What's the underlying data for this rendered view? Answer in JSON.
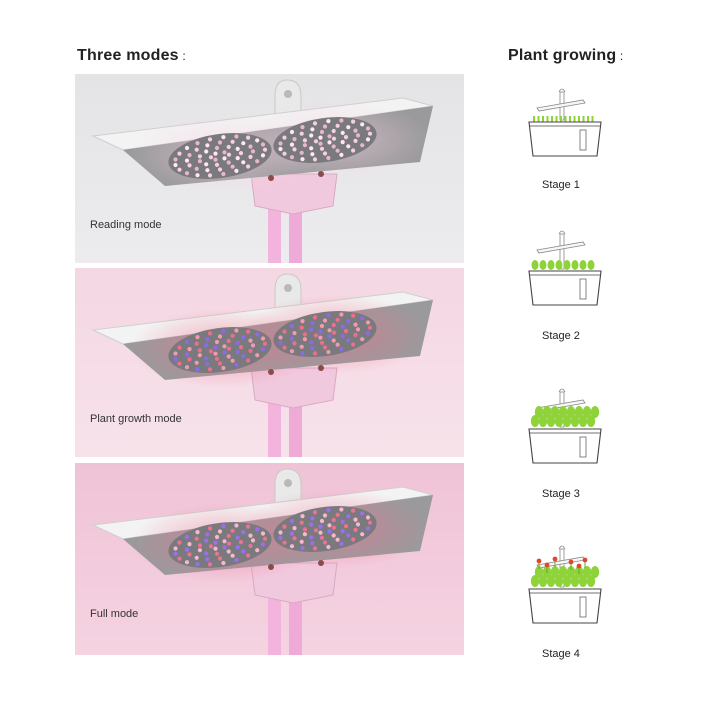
{
  "headings": {
    "modes_title": "Three modes",
    "modes_colon": " :",
    "growing_title": "Plant growing",
    "growing_colon": " :"
  },
  "modes": [
    {
      "label": "Reading mode",
      "icon": "grow-lamp-icon",
      "led_colors": [
        "#f6d0e2",
        "#ffe6f0",
        "#e8b6cd"
      ],
      "panel_color": "#e6e6e8"
    },
    {
      "label": "Plant growth mode",
      "icon": "grow-lamp-icon",
      "led_colors": [
        "#ee6f8a",
        "#8b6be6",
        "#f29ab0"
      ],
      "panel_color": "#f5dce6"
    },
    {
      "label": "Full mode",
      "icon": "grow-lamp-icon",
      "led_colors": [
        "#ef7292",
        "#9c6ef0",
        "#f7b8cd"
      ],
      "panel_color": "#f1c9da"
    }
  ],
  "stages": [
    {
      "label": "Stage 1",
      "icon": "planter-seedlings-icon"
    },
    {
      "label": "Stage 2",
      "icon": "planter-leaves-icon"
    },
    {
      "label": "Stage 3",
      "icon": "planter-bushy-icon"
    },
    {
      "label": "Stage 4",
      "icon": "planter-flowering-icon"
    }
  ],
  "colors": {
    "leaf": "#8fd33a",
    "flower": "#e0472f",
    "stem": "#bdbdbd"
  }
}
